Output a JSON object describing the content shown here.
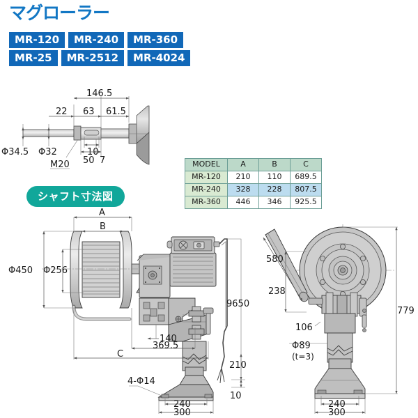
{
  "header": {
    "title": "マグローラー",
    "title_color": "#1277c4",
    "badge_bg": "#1168b8",
    "badge_rows": [
      [
        "MR-120",
        "MR-240",
        "MR-360"
      ],
      [
        "MR-25",
        "MR-2512",
        "MR-4024"
      ]
    ]
  },
  "section_label": {
    "text": "シャフト寸法図",
    "bg": "#11a79a"
  },
  "spec_table": {
    "headers": [
      "MODEL",
      "A",
      "B",
      "C"
    ],
    "rows": [
      {
        "model": "MR-120",
        "A": "210",
        "B": "110",
        "C": "689.5",
        "highlight": false
      },
      {
        "model": "MR-240",
        "A": "328",
        "B": "228",
        "C": "807.5",
        "highlight": true
      },
      {
        "model": "MR-360",
        "A": "446",
        "B": "346",
        "C": "925.5",
        "highlight": false
      }
    ],
    "header_bg": "#bcd9c9",
    "first_col_bg": "#d9ead2",
    "highlight_bg": "#bcdcef",
    "border_color": "#6c9e96"
  },
  "shaft_drawing": {
    "dims": {
      "overall": "146.5",
      "d22": "22",
      "d63": "63",
      "d61_5": "61.5",
      "d10": "10",
      "d50": "50",
      "d7": "7",
      "dia_34_5": "Φ34.5",
      "dia_32": "Φ32",
      "thread": "M20"
    }
  },
  "main_drawing": {
    "dims": {
      "A": "A",
      "B": "B",
      "C": "C",
      "dia_450": "Φ450",
      "dia_256": "Φ256",
      "d140": "140",
      "d369_5": "369.5",
      "cable": "9650",
      "d210": "210",
      "d10": "10",
      "holes": "4-Φ14",
      "base_240": "240",
      "base_300": "300"
    }
  },
  "side_drawing": {
    "dims": {
      "d580": "580",
      "d238": "238",
      "d106": "106",
      "dia_89": "Φ89",
      "thickness": "(t=3)",
      "d779": "779",
      "base_240": "240",
      "base_300": "300"
    }
  }
}
